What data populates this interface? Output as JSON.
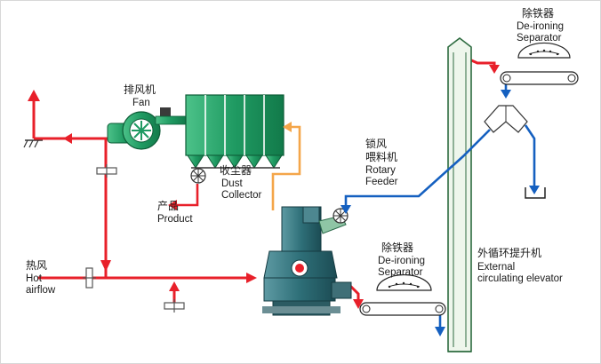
{
  "labels": {
    "fan_cn": "排风机",
    "fan_en": "Fan",
    "dust_cn": "收尘器",
    "dust_en1": "Dust",
    "dust_en2": "Collector",
    "product_cn": "产品",
    "product_en": "Product",
    "hot_cn": "热风",
    "hot_en1": "Hot",
    "hot_en2": "airflow",
    "rotary_cn1": "锁风",
    "rotary_cn2": "喂料机",
    "rotary_en1": "Rotary",
    "rotary_en2": "Feeder",
    "deiron_top_cn": "除铁器",
    "deiron_top_en1": "De-ironing",
    "deiron_top_en2": "Separator",
    "deiron_mid_cn": "除铁器",
    "deiron_mid_en1": "De-ironing",
    "deiron_mid_en2": "Separator",
    "elevator_cn": "外循环提升机",
    "elevator_en1": "External",
    "elevator_en2": "circulating elevator"
  },
  "colors": {
    "gas_flow": "#e8202a",
    "material_flow": "#1560c0",
    "dust_return": "#f4a64a",
    "equipment_green": "#1f9a62",
    "mill_teal": "#2e6f78",
    "elevator_fill": "#eef6ec"
  }
}
